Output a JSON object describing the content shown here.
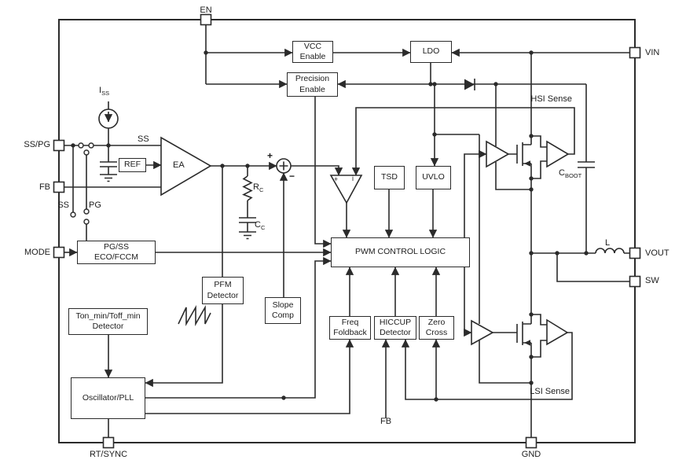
{
  "pins": {
    "en": "EN",
    "vin": "VIN",
    "vout": "VOUT",
    "sw": "SW",
    "ss_pg": "SS/PG",
    "fb": "FB",
    "mode": "MODE",
    "rt_sync": "RT/SYNC",
    "gnd": "GND"
  },
  "blocks": {
    "vcc_enable": "VCC Enable",
    "precision_enable": "Precision Enable",
    "ldo": "LDO",
    "tsd": "TSD",
    "uvlo": "UVLO",
    "pwm_control_logic": "PWM CONTROL LOGIC",
    "pg_ss_line1": "PG/SS",
    "pg_ss_line2": "ECO/FCCM",
    "pfm_detector": "PFM Detector",
    "slope_comp": "Slope Comp",
    "ton_toff_detector": "Ton_min/Toff_min Detector",
    "oscillator_pll": "Oscillator/PLL",
    "freq_foldback": "Freq Foldback",
    "hiccup_detector": "HICCUP Detector",
    "zero_cross": "Zero Cross",
    "ref": "REF"
  },
  "labels": {
    "error_amp": "EA",
    "soft_start_net": "SS",
    "ss_switch": "SS",
    "pg_switch": "PG",
    "hsi_sense": "HSI Sense",
    "lsi_sense": "LSI Sense",
    "inductor": "L",
    "fb_sense": "FB",
    "sum_plus": "+",
    "sum_minus": "−",
    "comp_plus": "+",
    "comp_current": "i",
    "iss": {
      "main": "I",
      "sub": "SS"
    },
    "rc": {
      "main": "R",
      "sub": "C"
    },
    "cc": {
      "main": "C",
      "sub": "C"
    },
    "cboot": {
      "main": "C",
      "sub": "BOOT"
    }
  },
  "colors": {
    "line": "#2b2b2b",
    "text": "#1c1c1c",
    "background": "#ffffff"
  }
}
